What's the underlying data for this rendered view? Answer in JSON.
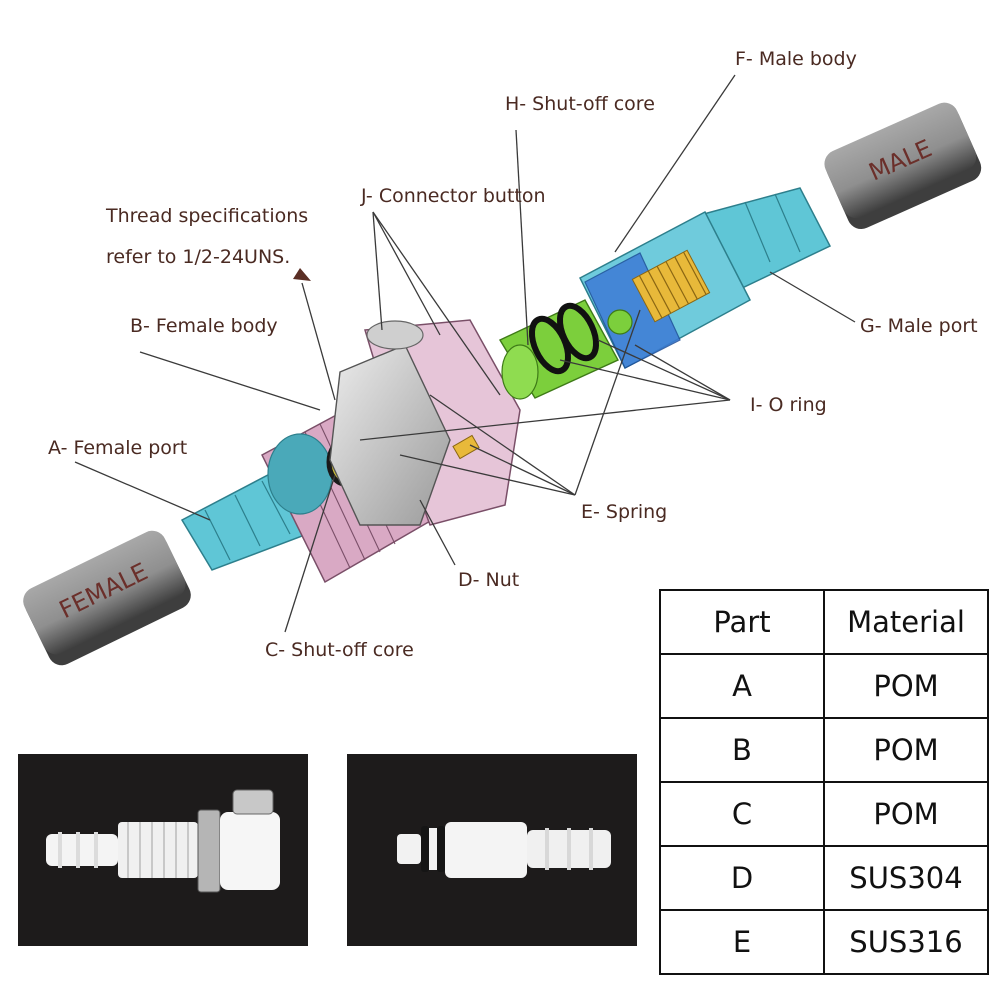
{
  "labels": {
    "thread_note_line1": "Thread specifications",
    "thread_note_line2": "refer to 1/2-24UNS.",
    "b": "B- Female body",
    "a": "A- Female port",
    "c": "C- Shut-off core",
    "d": "D- Nut",
    "e": "E- Spring",
    "i": "I- O ring",
    "g": "G- Male port",
    "f": "F- Male body",
    "h": "H- Shut-off core",
    "j": "J- Connector button"
  },
  "plates": {
    "female": "FEMALE",
    "male": "MALE"
  },
  "table": {
    "headers": [
      "Part",
      "Material"
    ],
    "rows": [
      [
        "A",
        "POM"
      ],
      [
        "B",
        "POM"
      ],
      [
        "C",
        "POM"
      ],
      [
        "D",
        "SUS304"
      ],
      [
        "E",
        "SUS316"
      ]
    ]
  },
  "colors": {
    "label_text": "#4a2a22",
    "port_cyan": "#5fc6d6",
    "body_pink": "#d9a9c4",
    "spring_yellow": "#e8b93a",
    "core_green": "#7ccf3c",
    "nut_grey": "#c9c9c9",
    "plate_grey": "#8a8a8a",
    "photo_bg": "#1d1b1b"
  }
}
